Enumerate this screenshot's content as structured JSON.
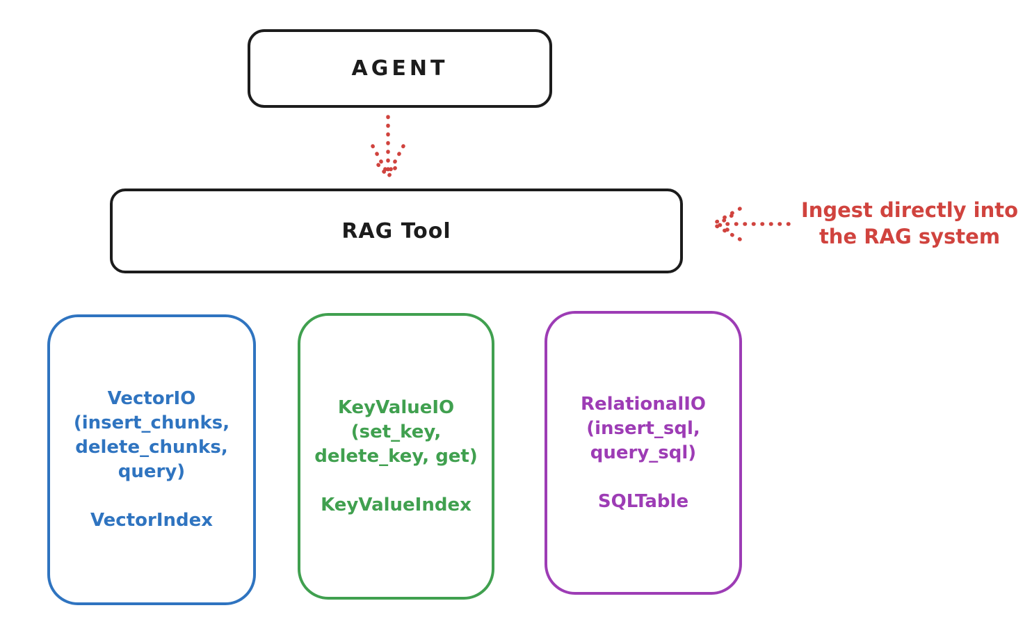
{
  "diagram": {
    "agent": {
      "label": "AGENT"
    },
    "rag_tool": {
      "label": "RAG Tool"
    },
    "annotation": {
      "line1": "Ingest directly into",
      "line2": "the RAG system"
    },
    "pillars": [
      {
        "title": "VectorIO",
        "sig_lines": [
          "(insert_chunks,",
          "delete_chunks,",
          "query)"
        ],
        "index_label": "VectorIndex",
        "color": "#2f74c0"
      },
      {
        "title": "KeyValueIO",
        "sig_lines": [
          "(set_key,",
          "delete_key, get)"
        ],
        "index_label": "KeyValueIndex",
        "color": "#40a04f"
      },
      {
        "title": "RelationalIO",
        "sig_lines": [
          "(insert_sql,",
          "query_sql)"
        ],
        "index_label": "SQLTable",
        "color": "#9d3cb5"
      }
    ],
    "colors": {
      "stroke_black": "#1c1c1c",
      "accent_red": "#d0433e",
      "background": "#ffffff"
    }
  }
}
